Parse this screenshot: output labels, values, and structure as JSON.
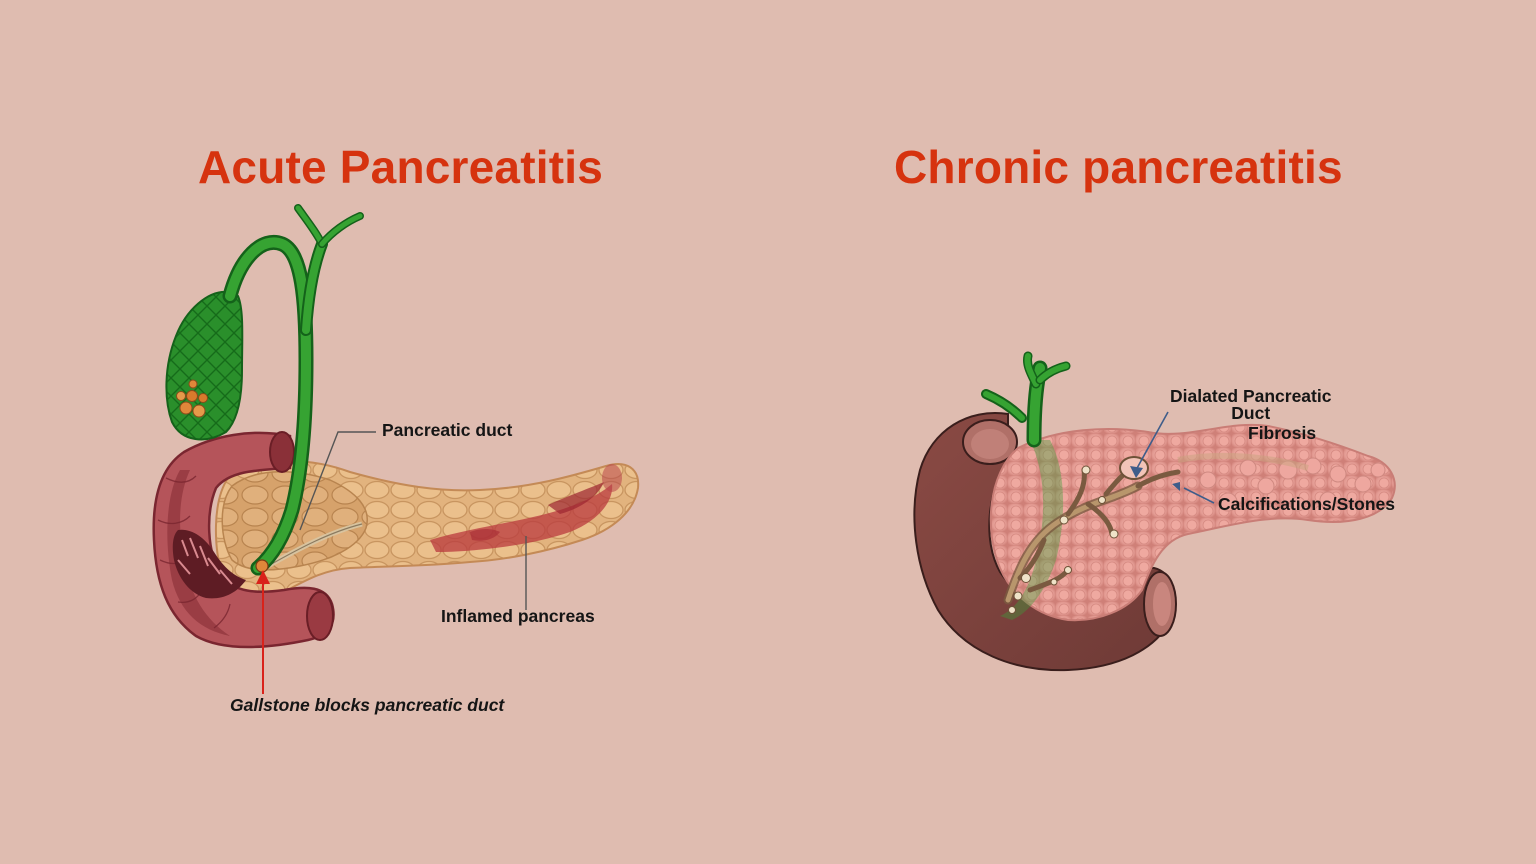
{
  "acute": {
    "title": "Acute Pancreatitis",
    "labels": {
      "pancreatic_duct": "Pancreatic duct",
      "inflamed_pancreas": "Inflamed pancreas",
      "gallstone": "Gallstone blocks pancreatic duct"
    }
  },
  "chronic": {
    "title": "Chronic pancreatitis",
    "labels": {
      "dilated_duct": "Dialated Pancreatic\nDuct",
      "fibrosis": "Fibrosis",
      "calcifications": "Calcifications/Stones"
    }
  },
  "colors": {
    "background": "#dfbcb0",
    "title": "#d6330f",
    "bile_duct_green": "#2f9a2c",
    "duodenum": "#b5545a",
    "pointer_red": "#d9221a"
  }
}
